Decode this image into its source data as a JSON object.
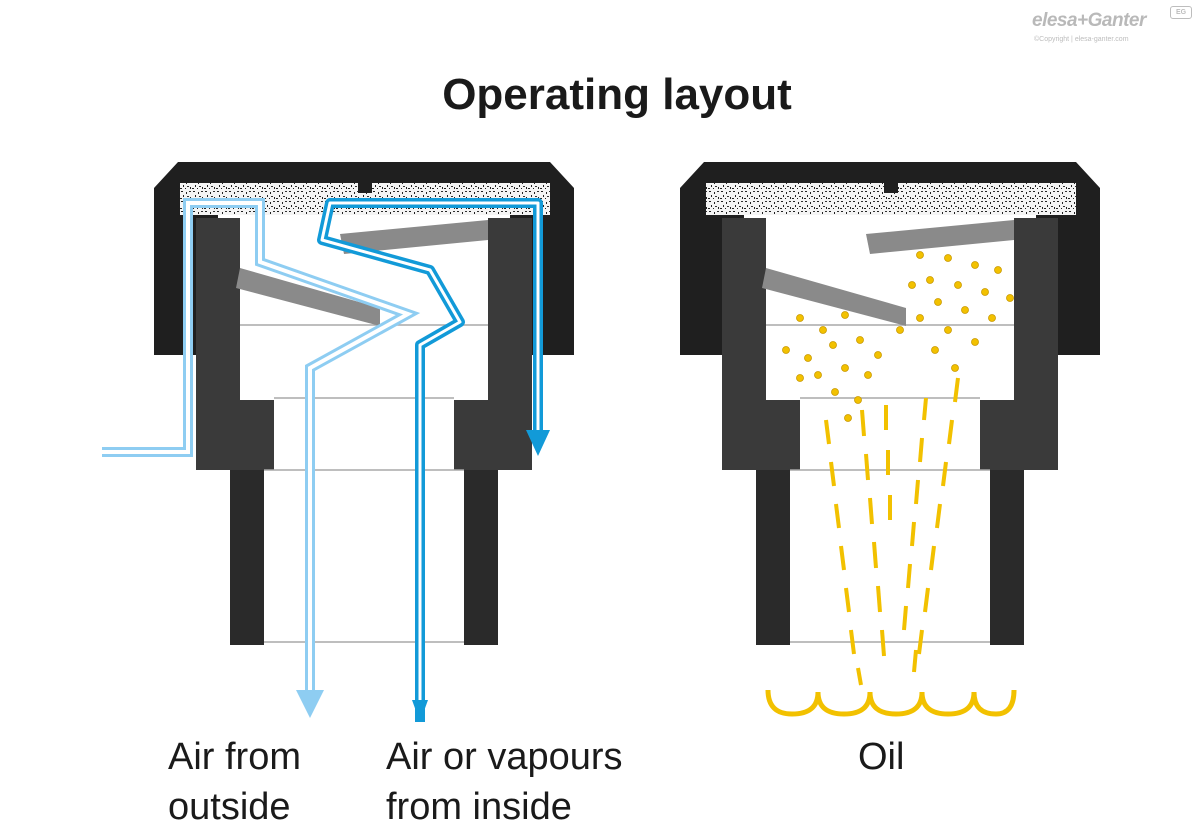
{
  "title": "Operating layout",
  "logo": {
    "brand": "elesa+Ganter",
    "copyright": "©Copyright | elesa-ganter.com",
    "badge": "EG"
  },
  "left_diagram": {
    "caption_outside_line1": "Air from",
    "caption_outside_line2": "outside",
    "caption_inside_line1": "Air or vapours",
    "caption_inside_line2": "from inside"
  },
  "right_diagram": {
    "caption": "Oil"
  },
  "colors": {
    "body_black": "#1f1f1f",
    "body_dark": "#3a3a3a",
    "baffle_gray": "#8a8a8a",
    "interior_line": "#a8a8a8",
    "outside_air": "#8ecdf2",
    "inside_air": "#129ad8",
    "oil": "#f2c100"
  }
}
